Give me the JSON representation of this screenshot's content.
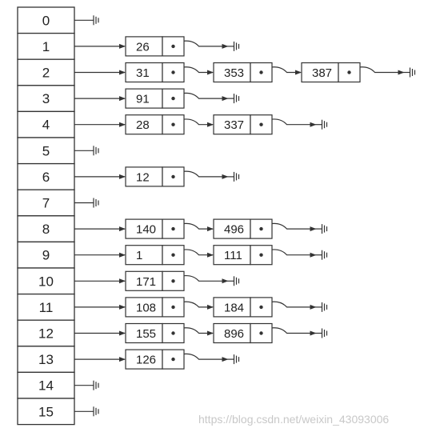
{
  "buckets": [
    "0",
    "1",
    "2",
    "3",
    "4",
    "5",
    "6",
    "7",
    "8",
    "9",
    "10",
    "11",
    "12",
    "13",
    "14",
    "15"
  ],
  "chains": {
    "1": [
      "26"
    ],
    "2": [
      "31",
      "353",
      "387"
    ],
    "3": [
      "91"
    ],
    "4": [
      "28",
      "337"
    ],
    "6": [
      "12"
    ],
    "8": [
      "140",
      "496"
    ],
    "9": [
      "1",
      "111"
    ],
    "10": [
      "171"
    ],
    "11": [
      "108",
      "184"
    ],
    "12": [
      "155",
      "896"
    ],
    "13": [
      "126"
    ]
  },
  "watermark": "https://blog.csdn.net/weixin_43093006",
  "colors": {
    "stroke": "#333333",
    "text": "#222222",
    "watermark": "#c8c8c8"
  }
}
